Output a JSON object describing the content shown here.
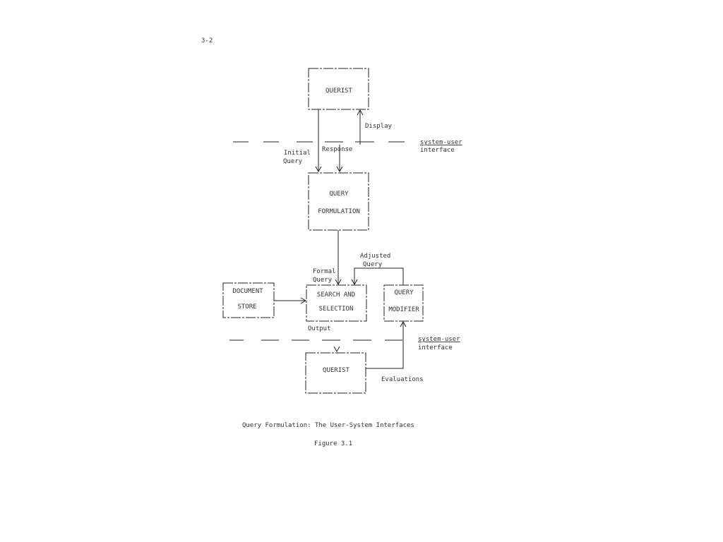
{
  "page_number": "3-2",
  "nodes": {
    "querist_top": "QUERIST",
    "query_formulation": [
      "QUERY",
      "FORMULATION"
    ],
    "document_store": [
      "DOCUMENT",
      "STORE"
    ],
    "search_selection": [
      "SEARCH AND",
      "SELECTION"
    ],
    "query_modifier": [
      "QUERY",
      "MODIFIER"
    ],
    "querist_bottom": "QUERIST"
  },
  "edges": {
    "initial_query": [
      "Initial",
      "Query"
    ],
    "response": "Response",
    "display": "Display",
    "formal_query": [
      "Formal",
      "Query"
    ],
    "adjusted_query": [
      "Adjusted",
      "Query"
    ],
    "output": "Output",
    "evaluations": "Evaluations"
  },
  "interfaces": {
    "upper": [
      "system-user",
      "interface"
    ],
    "lower": [
      "system-user",
      "interface"
    ]
  },
  "caption": "Query Formulation: The User-System Interfaces",
  "figure_label": "Figure 3.1"
}
